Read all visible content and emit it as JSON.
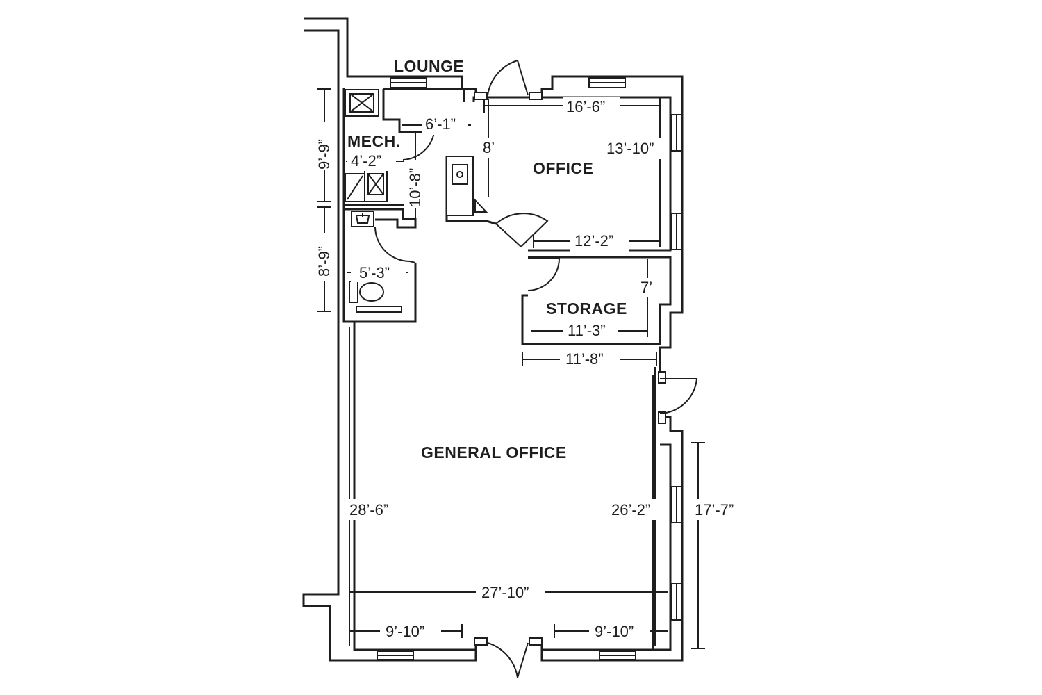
{
  "rooms": {
    "lounge": "LOUNGE",
    "mech": "MECH.",
    "office": "OFFICE",
    "storage": "STORAGE",
    "general_office": "GENERAL OFFICE"
  },
  "dimensions": {
    "office_width": "16’-6”",
    "office_height": "13’-10”",
    "office_left": "8’",
    "office_bottom": "12’-2”",
    "lounge_width": "6’-1”",
    "lounge_height": "10’-8”",
    "mech_width": "4’-2”",
    "mech_height": "9’-9”",
    "bath_height": "8’-9”",
    "bath_width": "5’-3”",
    "storage_height": "7’",
    "storage_width": "11’-3”",
    "general_top": "11’-8”",
    "general_left": "28’-6”",
    "general_right": "26’-2”",
    "general_outer_right": "17’-7”",
    "general_width": "27’-10”",
    "bottom_left": "9’-10”",
    "bottom_right": "9’-10”"
  }
}
